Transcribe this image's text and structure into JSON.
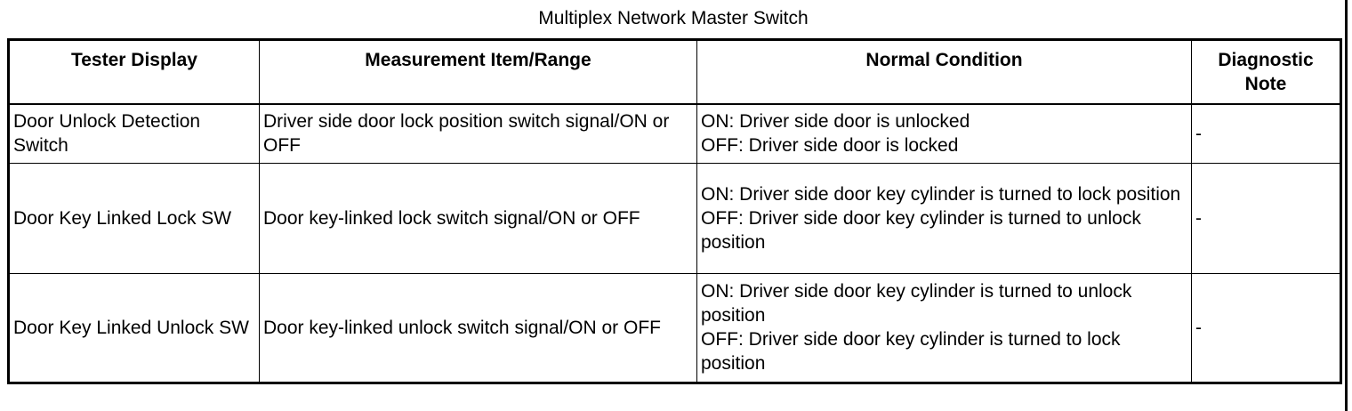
{
  "caption": "Multiplex Network Master Switch",
  "table": {
    "headers": {
      "tester_display": "Tester Display",
      "measurement": "Measurement Item/Range",
      "normal_condition": "Normal Condition",
      "diagnostic_note": "Diagnostic Note"
    },
    "rows": [
      {
        "tester_display": "Door Unlock Detection Switch",
        "measurement": "Driver side door lock position switch signal/ON or OFF",
        "condition_on": "ON: Driver side door is unlocked",
        "condition_off": "OFF: Driver side door is locked",
        "diagnostic_note": "-"
      },
      {
        "tester_display": "Door Key Linked Lock SW",
        "measurement": "Door key-linked lock switch signal/ON or OFF",
        "condition_on": "ON: Driver side door key cylinder is turned to lock position",
        "condition_off": "OFF: Driver side door key cylinder is turned to unlock position",
        "diagnostic_note": "-"
      },
      {
        "tester_display": "Door Key Linked Unlock SW",
        "measurement": "Door key-linked unlock switch signal/ON or OFF",
        "condition_on": "ON: Driver side door key cylinder is turned to unlock position",
        "condition_off": "OFF: Driver side door key cylinder is turned to lock position",
        "diagnostic_note": "-"
      }
    ]
  }
}
